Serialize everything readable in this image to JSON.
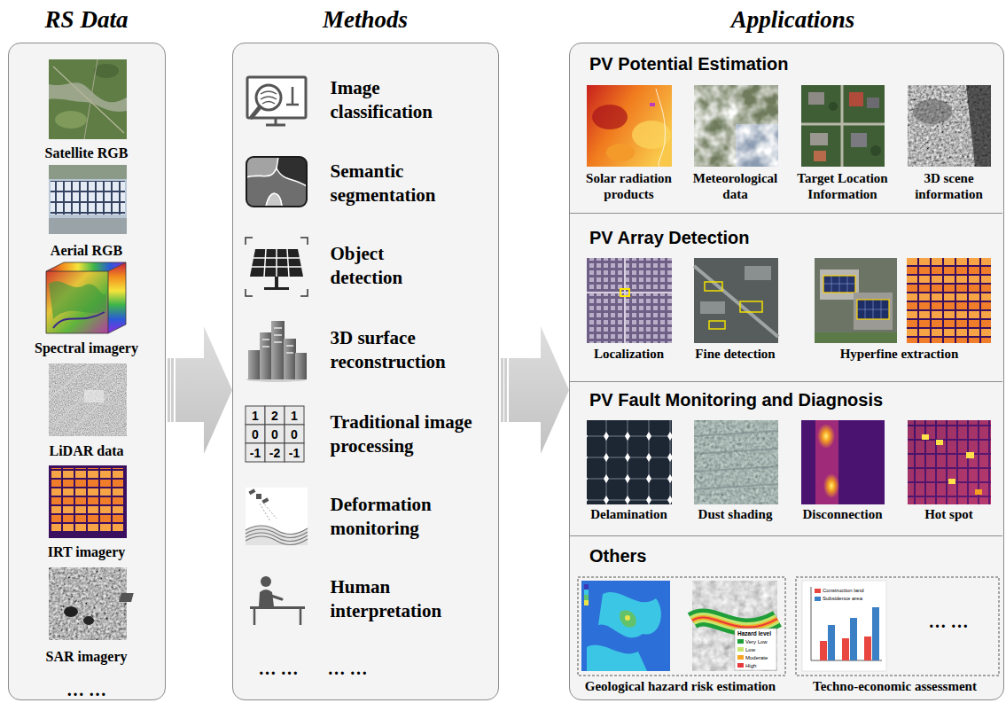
{
  "diagram": {
    "nodes": [
      {
        "text": [
          "RS Data",
          "Satellite RGB",
          "Aerial RGB",
          "Spectral imagery",
          "LiDAR data",
          "IRT imagery",
          "SAR imagery",
          "… …"
        ]
      },
      {
        "text": [
          "Methods",
          "Image classification",
          "Semantic segmentation",
          "Object detection",
          "3D surface reconstruction",
          "Traditional image processing",
          "Deformation monitoring",
          "Human interpretation",
          "… …",
          "… …"
        ]
      },
      {
        "text": [
          "Applications"
        ]
      },
      {
        "text": [
          "PV Potential Estimation",
          "Solar radiation products",
          "Meteorological data",
          "Target Location Information",
          "3D scene information"
        ],
        "in": 2
      },
      {
        "text": [
          "PV Array Detection",
          "Localization",
          "Fine detection",
          "Hyperfine extraction"
        ],
        "in": 2
      },
      {
        "text": [
          "PV Fault Monitoring and Diagnosis",
          "Delamination",
          "Dust shading",
          "Disconnection",
          "Hot spot"
        ],
        "in": 2
      },
      {
        "text": [
          "Others",
          "Geological hazard risk estimation",
          "Techno-economic assessment",
          "… …"
        ],
        "in": 2
      }
    ],
    "edges": [
      {
        "from": 0,
        "to": 1,
        "arrow": "to"
      },
      {
        "from": 1,
        "to": 2,
        "arrow": "to"
      }
    ],
    "labels": [
      "1",
      "2",
      "1",
      "0",
      "0",
      "0",
      "-1",
      "-2",
      "-1",
      "Hazard level"
    ],
    "legend": [
      {
        "text": "Very Low",
        "color": "#1f9e3a"
      },
      {
        "text": "Low",
        "color": "#c8e66e"
      },
      {
        "text": "Moderate",
        "color": "#f5a623"
      },
      {
        "text": "High",
        "color": "#e8383d"
      },
      {
        "text": "Construction land",
        "color": "#e8463e"
      },
      {
        "text": "Subsidence area",
        "color": "#3b7fc4"
      }
    ]
  }
}
